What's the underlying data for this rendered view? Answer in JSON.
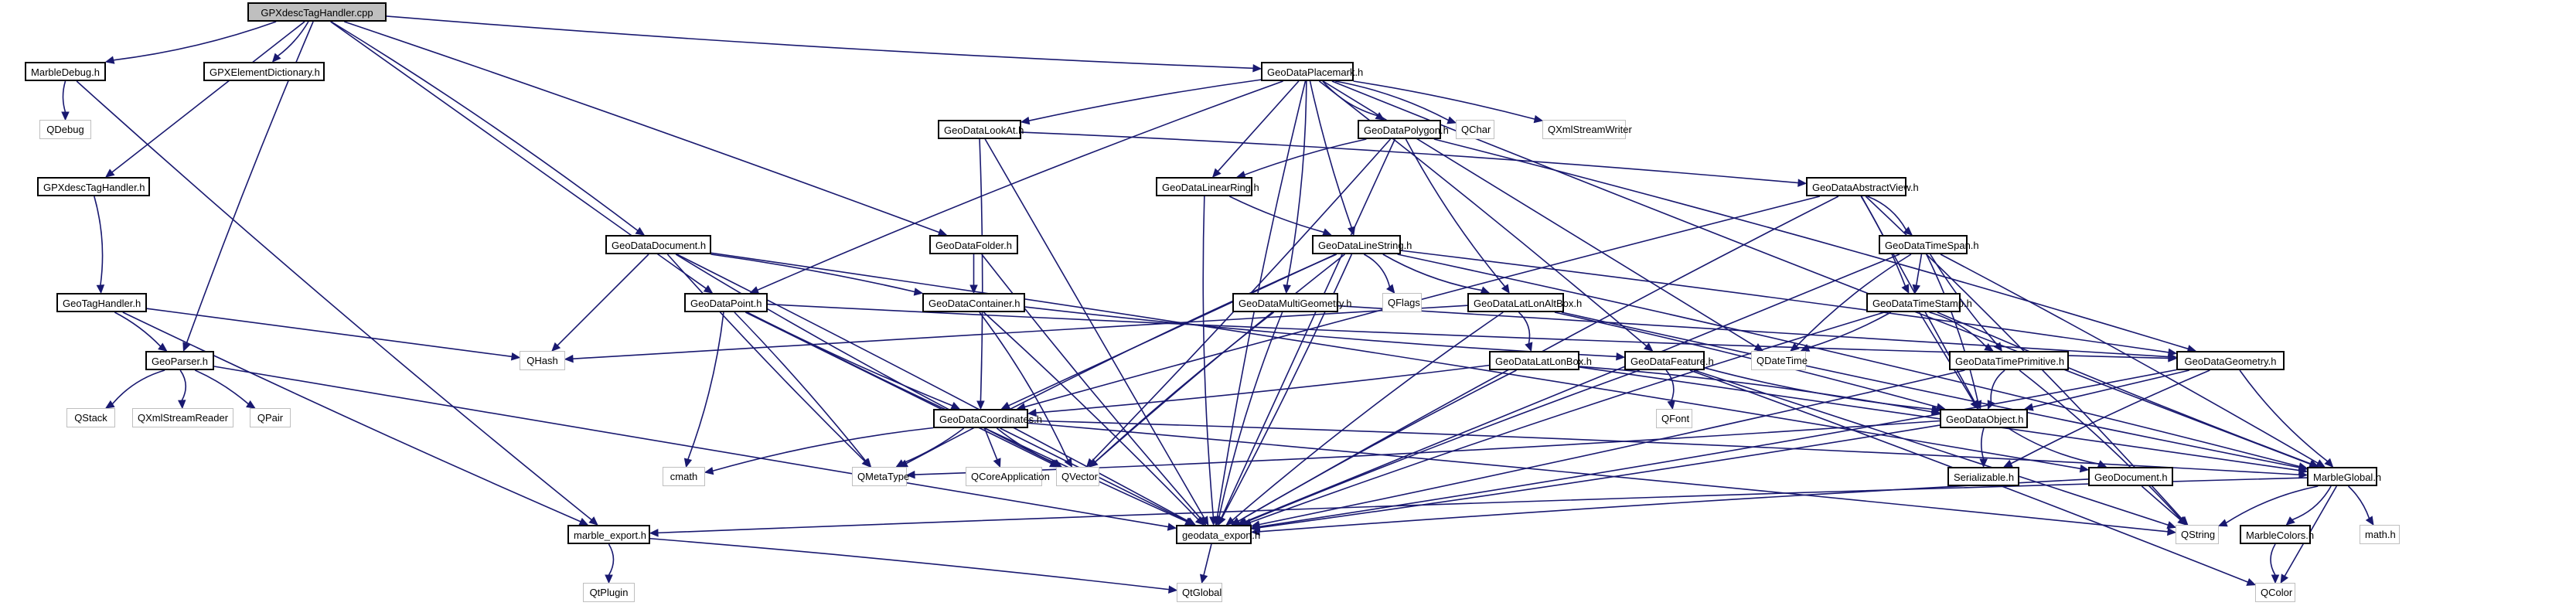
{
  "title": "GPXdescTagHandler.cpp include dependency graph",
  "colors": {
    "edge": "#191970",
    "root_fill": "#bfbfbf",
    "internal_border": "#000000",
    "external_border": "#bfbfbf"
  },
  "nodes": [
    {
      "id": "root",
      "label": "GPXdescTagHandler.cpp",
      "kind": "root"
    },
    {
      "id": "MarbleDebug",
      "label": "MarbleDebug.h",
      "kind": "internal"
    },
    {
      "id": "GPXElementDictionary",
      "label": "GPXElementDictionary.h",
      "kind": "internal"
    },
    {
      "id": "QDebug",
      "label": "QDebug",
      "kind": "external"
    },
    {
      "id": "GPXdescTagHandlerH",
      "label": "GPXdescTagHandler.h",
      "kind": "internal"
    },
    {
      "id": "GeoTagHandler",
      "label": "GeoTagHandler.h",
      "kind": "internal"
    },
    {
      "id": "GeoParser",
      "label": "GeoParser.h",
      "kind": "internal"
    },
    {
      "id": "QStack",
      "label": "QStack",
      "kind": "external"
    },
    {
      "id": "QXmlStreamReader",
      "label": "QXmlStreamReader",
      "kind": "external"
    },
    {
      "id": "QPair",
      "label": "QPair",
      "kind": "external"
    },
    {
      "id": "GeoDataPlacemark",
      "label": "GeoDataPlacemark.h",
      "kind": "internal"
    },
    {
      "id": "GeoDataLookAt",
      "label": "GeoDataLookAt.h",
      "kind": "internal"
    },
    {
      "id": "GeoDataPolygon",
      "label": "GeoDataPolygon.h",
      "kind": "internal"
    },
    {
      "id": "QChar",
      "label": "QChar",
      "kind": "external"
    },
    {
      "id": "QXmlStreamWriter",
      "label": "QXmlStreamWriter",
      "kind": "external"
    },
    {
      "id": "GeoDataLinearRing",
      "label": "GeoDataLinearRing.h",
      "kind": "internal"
    },
    {
      "id": "GeoDataAbstractView",
      "label": "GeoDataAbstractView.h",
      "kind": "internal"
    },
    {
      "id": "GeoDataDocument",
      "label": "GeoDataDocument.h",
      "kind": "internal"
    },
    {
      "id": "GeoDataFolder",
      "label": "GeoDataFolder.h",
      "kind": "internal"
    },
    {
      "id": "GeoDataLineString",
      "label": "GeoDataLineString.h",
      "kind": "internal"
    },
    {
      "id": "GeoDataTimeSpan",
      "label": "GeoDataTimeSpan.h",
      "kind": "internal"
    },
    {
      "id": "GeoDataPoint",
      "label": "GeoDataPoint.h",
      "kind": "internal"
    },
    {
      "id": "GeoDataContainer",
      "label": "GeoDataContainer.h",
      "kind": "internal"
    },
    {
      "id": "GeoDataMultiGeometry",
      "label": "GeoDataMultiGeometry.h",
      "kind": "internal"
    },
    {
      "id": "QFlags",
      "label": "QFlags",
      "kind": "external"
    },
    {
      "id": "GeoDataLatLonAltBox",
      "label": "GeoDataLatLonAltBox.h",
      "kind": "internal"
    },
    {
      "id": "GeoDataTimeStamp",
      "label": "GeoDataTimeStamp.h",
      "kind": "internal"
    },
    {
      "id": "QHash",
      "label": "QHash",
      "kind": "external"
    },
    {
      "id": "GeoDataLatLonBox",
      "label": "GeoDataLatLonBox.h",
      "kind": "internal"
    },
    {
      "id": "GeoDataFeature",
      "label": "GeoDataFeature.h",
      "kind": "internal"
    },
    {
      "id": "QDateTime",
      "label": "QDateTime",
      "kind": "external"
    },
    {
      "id": "GeoDataTimePrimitive",
      "label": "GeoDataTimePrimitive.h",
      "kind": "internal"
    },
    {
      "id": "GeoDataGeometry",
      "label": "GeoDataGeometry.h",
      "kind": "internal"
    },
    {
      "id": "QFont",
      "label": "QFont",
      "kind": "external"
    },
    {
      "id": "GeoDataCoordinates",
      "label": "GeoDataCoordinates.h",
      "kind": "internal"
    },
    {
      "id": "GeoDataObject",
      "label": "GeoDataObject.h",
      "kind": "internal"
    },
    {
      "id": "cmath",
      "label": "cmath",
      "kind": "external"
    },
    {
      "id": "QMetaType",
      "label": "QMetaType",
      "kind": "external"
    },
    {
      "id": "QCoreApplication",
      "label": "QCoreApplication",
      "kind": "external"
    },
    {
      "id": "QVector",
      "label": "QVector",
      "kind": "external"
    },
    {
      "id": "Serializable",
      "label": "Serializable.h",
      "kind": "internal"
    },
    {
      "id": "GeoDocument",
      "label": "GeoDocument.h",
      "kind": "internal"
    },
    {
      "id": "MarbleGlobal",
      "label": "MarbleGlobal.h",
      "kind": "internal"
    },
    {
      "id": "marble_export",
      "label": "marble_export.h",
      "kind": "internal"
    },
    {
      "id": "geodata_export",
      "label": "geodata_export.h",
      "kind": "internal"
    },
    {
      "id": "QString",
      "label": "QString",
      "kind": "external"
    },
    {
      "id": "MarbleColors",
      "label": "MarbleColors.h",
      "kind": "internal"
    },
    {
      "id": "mathh",
      "label": "math.h",
      "kind": "external"
    },
    {
      "id": "QtPlugin",
      "label": "QtPlugin",
      "kind": "external"
    },
    {
      "id": "QtGlobal",
      "label": "QtGlobal",
      "kind": "external"
    },
    {
      "id": "QColor",
      "label": "QColor",
      "kind": "external"
    }
  ],
  "edges": [
    [
      "root",
      "MarbleDebug"
    ],
    [
      "root",
      "GPXElementDictionary"
    ],
    [
      "root",
      "GPXdescTagHandlerH"
    ],
    [
      "root",
      "GeoParser"
    ],
    [
      "root",
      "GeoDataPlacemark"
    ],
    [
      "root",
      "GeoDataDocument"
    ],
    [
      "root",
      "GeoDataFolder"
    ],
    [
      "root",
      "GeoDataPoint"
    ],
    [
      "MarbleDebug",
      "QDebug"
    ],
    [
      "MarbleDebug",
      "marble_export"
    ],
    [
      "GPXdescTagHandlerH",
      "GeoTagHandler"
    ],
    [
      "GeoTagHandler",
      "GeoParser"
    ],
    [
      "GeoTagHandler",
      "QHash"
    ],
    [
      "GeoTagHandler",
      "marble_export"
    ],
    [
      "GeoParser",
      "QStack"
    ],
    [
      "GeoParser",
      "QXmlStreamReader"
    ],
    [
      "GeoParser",
      "QPair"
    ],
    [
      "GeoParser",
      "geodata_export"
    ],
    [
      "GeoDataPlacemark",
      "GeoDataLookAt"
    ],
    [
      "GeoDataPlacemark",
      "GeoDataPolygon"
    ],
    [
      "GeoDataPlacemark",
      "QChar"
    ],
    [
      "GeoDataPlacemark",
      "QXmlStreamWriter"
    ],
    [
      "GeoDataPlacemark",
      "GeoDataLinearRing"
    ],
    [
      "GeoDataPlacemark",
      "GeoDataLineString"
    ],
    [
      "GeoDataPlacemark",
      "GeoDataPoint"
    ],
    [
      "GeoDataPlacemark",
      "GeoDataMultiGeometry"
    ],
    [
      "GeoDataPlacemark",
      "GeoDataFeature"
    ],
    [
      "GeoDataPlacemark",
      "QDateTime"
    ],
    [
      "GeoDataPlacemark",
      "MarbleGlobal"
    ],
    [
      "GeoDataPlacemark",
      "geodata_export"
    ],
    [
      "GeoDataLookAt",
      "GeoDataAbstractView"
    ],
    [
      "GeoDataLookAt",
      "GeoDataCoordinates"
    ],
    [
      "GeoDataLookAt",
      "geodata_export"
    ],
    [
      "GeoDataPolygon",
      "GeoDataLinearRing"
    ],
    [
      "GeoDataPolygon",
      "GeoDataLatLonAltBox"
    ],
    [
      "GeoDataPolygon",
      "GeoDataGeometry"
    ],
    [
      "GeoDataPolygon",
      "QVector"
    ],
    [
      "GeoDataPolygon",
      "geodata_export"
    ],
    [
      "GeoDataLinearRing",
      "GeoDataLineString"
    ],
    [
      "GeoDataLinearRing",
      "geodata_export"
    ],
    [
      "GeoDataAbstractView",
      "GeoDataTimeSpan"
    ],
    [
      "GeoDataAbstractView",
      "GeoDataTimeStamp"
    ],
    [
      "GeoDataAbstractView",
      "GeoDataObject"
    ],
    [
      "GeoDataAbstractView",
      "GeoDataCoordinates"
    ],
    [
      "GeoDataAbstractView",
      "geodata_export"
    ],
    [
      "GeoDataAbstractView",
      "QString"
    ],
    [
      "GeoDataDocument",
      "GeoDataContainer"
    ],
    [
      "GeoDataDocument",
      "QHash"
    ],
    [
      "GeoDataDocument",
      "QMetaType"
    ],
    [
      "GeoDataDocument",
      "QVector"
    ],
    [
      "GeoDataDocument",
      "GeoDocument"
    ],
    [
      "GeoDataDocument",
      "geodata_export"
    ],
    [
      "GeoDataFolder",
      "GeoDataContainer"
    ],
    [
      "GeoDataFolder",
      "geodata_export"
    ],
    [
      "GeoDataLineString",
      "GeoDataLatLonAltBox"
    ],
    [
      "GeoDataLineString",
      "QFlags"
    ],
    [
      "GeoDataLineString",
      "GeoDataGeometry"
    ],
    [
      "GeoDataLineString",
      "GeoDataCoordinates"
    ],
    [
      "GeoDataLineString",
      "QVector"
    ],
    [
      "GeoDataLineString",
      "QMetaType"
    ],
    [
      "GeoDataLineString",
      "MarbleGlobal"
    ],
    [
      "GeoDataLineString",
      "geodata_export"
    ],
    [
      "GeoDataTimeSpan",
      "GeoDataTimeStamp"
    ],
    [
      "GeoDataTimeSpan",
      "GeoDataTimePrimitive"
    ],
    [
      "GeoDataTimeSpan",
      "QDateTime"
    ],
    [
      "GeoDataTimeSpan",
      "GeoDataObject"
    ],
    [
      "GeoDataTimeSpan",
      "MarbleGlobal"
    ],
    [
      "GeoDataTimeSpan",
      "geodata_export"
    ],
    [
      "GeoDataPoint",
      "GeoDataCoordinates"
    ],
    [
      "GeoDataPoint",
      "GeoDataGeometry"
    ],
    [
      "GeoDataPoint",
      "cmath"
    ],
    [
      "GeoDataPoint",
      "QMetaType"
    ],
    [
      "GeoDataPoint",
      "QVector"
    ],
    [
      "GeoDataPoint",
      "geodata_export"
    ],
    [
      "GeoDataContainer",
      "GeoDataFeature"
    ],
    [
      "GeoDataContainer",
      "QVector"
    ],
    [
      "GeoDataContainer",
      "geodata_export"
    ],
    [
      "GeoDataMultiGeometry",
      "GeoDataGeometry"
    ],
    [
      "GeoDataMultiGeometry",
      "QVector"
    ],
    [
      "GeoDataMultiGeometry",
      "geodata_export"
    ],
    [
      "GeoDataLatLonAltBox",
      "GeoDataLatLonBox"
    ],
    [
      "GeoDataLatLonAltBox",
      "GeoDataObject"
    ],
    [
      "GeoDataLatLonAltBox",
      "QHash"
    ],
    [
      "GeoDataLatLonAltBox",
      "MarbleGlobal"
    ],
    [
      "GeoDataLatLonAltBox",
      "geodata_export"
    ],
    [
      "GeoDataTimeStamp",
      "GeoDataTimePrimitive"
    ],
    [
      "GeoDataTimeStamp",
      "QDateTime"
    ],
    [
      "GeoDataTimeStamp",
      "GeoDataObject"
    ],
    [
      "GeoDataTimeStamp",
      "MarbleGlobal"
    ],
    [
      "GeoDataTimeStamp",
      "geodata_export"
    ],
    [
      "GeoDataLatLonBox",
      "GeoDataObject"
    ],
    [
      "GeoDataLatLonBox",
      "GeoDataCoordinates"
    ],
    [
      "GeoDataLatLonBox",
      "MarbleGlobal"
    ],
    [
      "GeoDataLatLonBox",
      "geodata_export"
    ],
    [
      "GeoDataFeature",
      "GeoDataObject"
    ],
    [
      "GeoDataFeature",
      "QFont"
    ],
    [
      "GeoDataFeature",
      "QColor"
    ],
    [
      "GeoDataFeature",
      "QString"
    ],
    [
      "GeoDataFeature",
      "geodata_export"
    ],
    [
      "GeoDataTimePrimitive",
      "GeoDataObject"
    ],
    [
      "GeoDataTimePrimitive",
      "QString"
    ],
    [
      "GeoDataTimePrimitive",
      "geodata_export"
    ],
    [
      "GeoDataGeometry",
      "GeoDataObject"
    ],
    [
      "GeoDataGeometry",
      "Serializable"
    ],
    [
      "GeoDataGeometry",
      "MarbleGlobal"
    ],
    [
      "GeoDataGeometry",
      "geodata_export"
    ],
    [
      "GeoDataCoordinates",
      "QMetaType"
    ],
    [
      "GeoDataCoordinates",
      "QCoreApplication"
    ],
    [
      "GeoDataCoordinates",
      "QVector"
    ],
    [
      "GeoDataCoordinates",
      "cmath"
    ],
    [
      "GeoDataCoordinates",
      "MarbleGlobal"
    ],
    [
      "GeoDataCoordinates",
      "QString"
    ],
    [
      "GeoDataCoordinates",
      "geodata_export"
    ],
    [
      "GeoDataObject",
      "Serializable"
    ],
    [
      "GeoDataObject",
      "GeoDocument"
    ],
    [
      "GeoDataObject",
      "QMetaType"
    ],
    [
      "GeoDataObject",
      "geodata_export"
    ],
    [
      "GeoDocument",
      "QString"
    ],
    [
      "GeoDocument",
      "geodata_export"
    ],
    [
      "MarbleGlobal",
      "QString"
    ],
    [
      "MarbleGlobal",
      "MarbleColors"
    ],
    [
      "MarbleGlobal",
      "mathh"
    ],
    [
      "MarbleGlobal",
      "QColor"
    ],
    [
      "MarbleGlobal",
      "marble_export"
    ],
    [
      "MarbleColors",
      "QColor"
    ],
    [
      "marble_export",
      "QtPlugin"
    ],
    [
      "marble_export",
      "QtGlobal"
    ],
    [
      "geodata_export",
      "QtGlobal"
    ]
  ]
}
